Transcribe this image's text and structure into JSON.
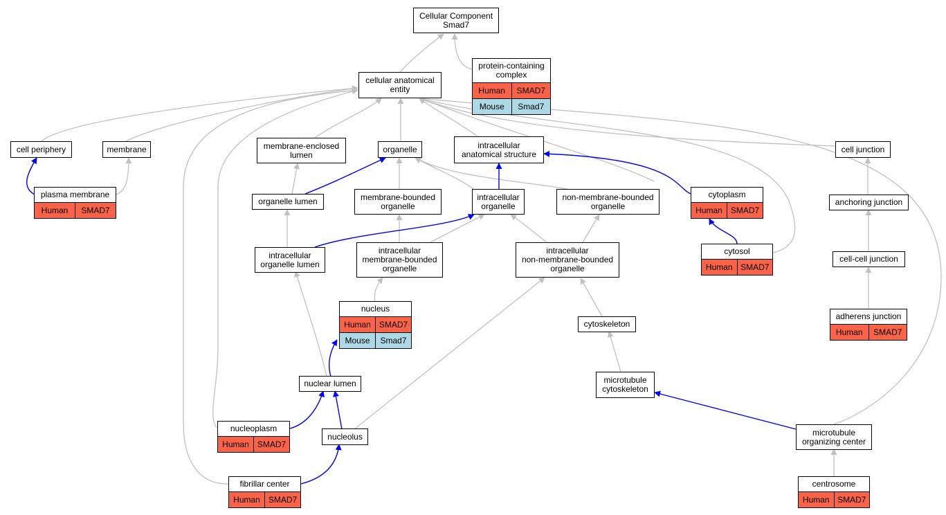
{
  "colors": {
    "edge_gray": "#c0c0c0",
    "edge_blue": "#0000ff",
    "human_row": "#fa6347",
    "mouse_row": "#add8e6"
  },
  "nodes": {
    "root": {
      "label": "Cellular Component\nSmad7"
    },
    "protein_complex": {
      "label": "protein-containing\ncomplex",
      "rows": [
        [
          "Human",
          "SMAD7"
        ],
        [
          "Mouse",
          "Smad7"
        ]
      ]
    },
    "cae": {
      "label": "cellular anatomical\nentity"
    },
    "cell_periphery": {
      "label": "cell periphery"
    },
    "membrane": {
      "label": "membrane"
    },
    "mem_lumen": {
      "label": "membrane-enclosed\nlumen"
    },
    "organelle": {
      "label": "organelle"
    },
    "ias": {
      "label": "intracellular\nanatomical structure"
    },
    "cell_junction": {
      "label": "cell junction"
    },
    "plasma_membrane": {
      "label": "plasma membrane",
      "rows": [
        [
          "Human",
          "SMAD7"
        ]
      ]
    },
    "organelle_lumen": {
      "label": "organelle lumen"
    },
    "mbo": {
      "label": "membrane-bounded\norganelle"
    },
    "intra_org": {
      "label": "intracellular\norganelle"
    },
    "nmbo": {
      "label": "non-membrane-bounded\norganelle"
    },
    "cytoplasm": {
      "label": "cytoplasm",
      "rows": [
        [
          "Human",
          "SMAD7"
        ]
      ]
    },
    "anchoring_junction": {
      "label": "anchoring junction"
    },
    "iol": {
      "label": "intracellular\norganelle lumen"
    },
    "imbo": {
      "label": "intracellular\nmembrane-bounded\norganelle"
    },
    "inmbo": {
      "label": "intracellular\nnon-membrane-bounded\norganelle"
    },
    "cytosol": {
      "label": "cytosol",
      "rows": [
        [
          "Human",
          "SMAD7"
        ]
      ]
    },
    "cell_cell_junction": {
      "label": "cell-cell junction"
    },
    "nucleus": {
      "label": "nucleus",
      "rows": [
        [
          "Human",
          "SMAD7"
        ],
        [
          "Mouse",
          "Smad7"
        ]
      ]
    },
    "cytoskeleton": {
      "label": "cytoskeleton"
    },
    "adherens_junction": {
      "label": "adherens junction",
      "rows": [
        [
          "Human",
          "SMAD7"
        ]
      ]
    },
    "nuclear_lumen": {
      "label": "nuclear lumen"
    },
    "mt_cytoskeleton": {
      "label": "microtubule\ncytoskeleton"
    },
    "nucleoplasm": {
      "label": "nucleoplasm",
      "rows": [
        [
          "Human",
          "SMAD7"
        ]
      ]
    },
    "nucleolus": {
      "label": "nucleolus"
    },
    "mtoc": {
      "label": "microtubule\norganizing center"
    },
    "fibrillar_center": {
      "label": "fibrillar center",
      "rows": [
        [
          "Human",
          "SMAD7"
        ]
      ]
    },
    "centrosome": {
      "label": "centrosome",
      "rows": [
        [
          "Human",
          "SMAD7"
        ]
      ]
    }
  }
}
